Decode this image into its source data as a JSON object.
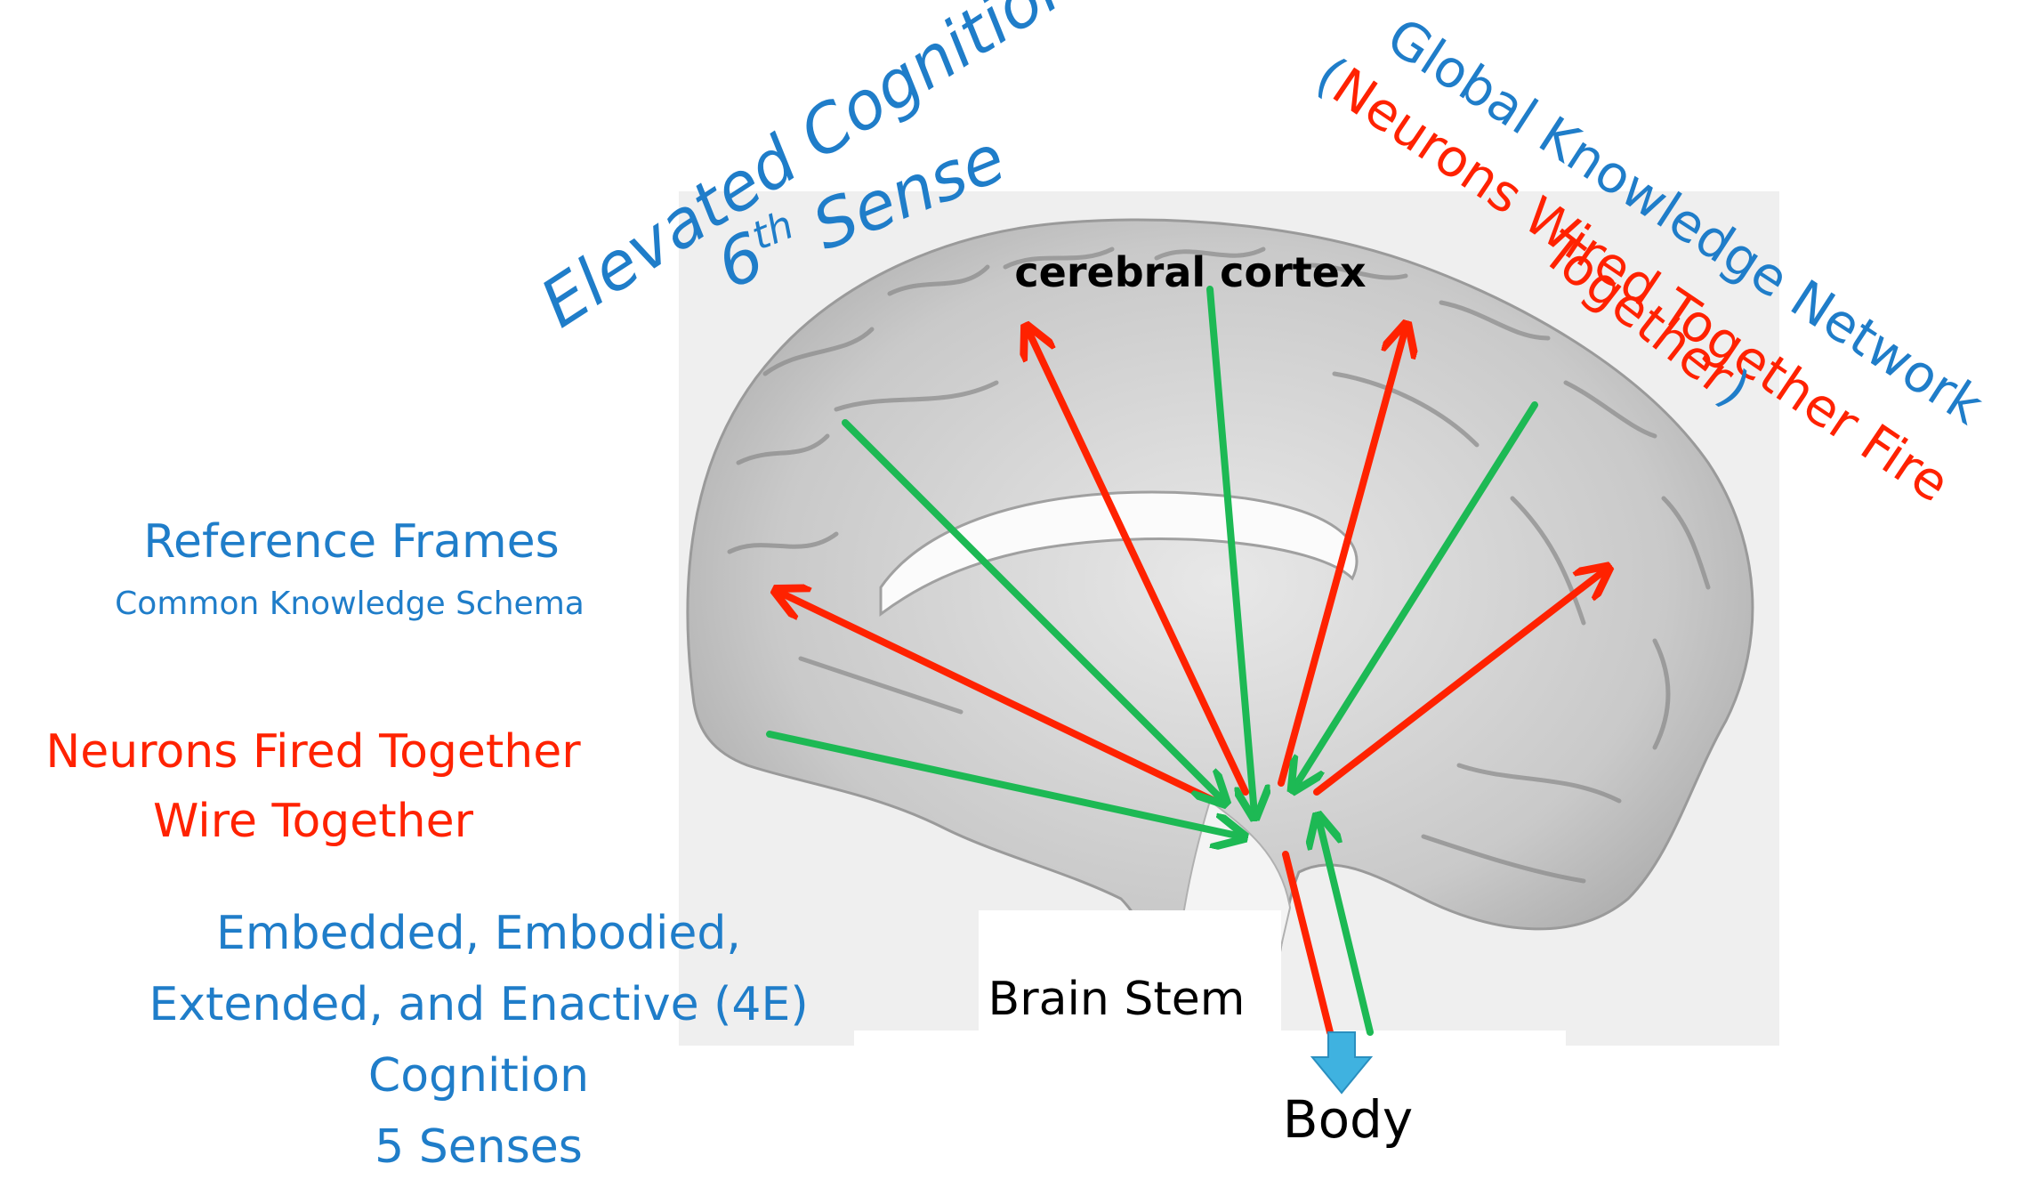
{
  "labels": {
    "elevated_line1": "Elevated Cognition",
    "elevated_line2_prefix": "6",
    "elevated_line2_sup": "th",
    "elevated_line2_suffix": " Sense",
    "global_line1": "Global Knowledge Network",
    "global_line2_open": "(",
    "global_line2": "Neurons Wired Together Fire",
    "global_line3": "Together",
    "global_line3_close": ")",
    "cerebral_cortex": "cerebral cortex",
    "reference_frames": "Reference Frames",
    "common_knowledge": "Common Knowledge Schema",
    "neurons_fired_1": "Neurons Fired Together",
    "neurons_fired_2": "Wire Together",
    "embedded_1": "Embedded, Embodied,",
    "embedded_2": "Extended, and Enactive (4E)",
    "embedded_3": "Cognition",
    "embedded_4": "5 Senses",
    "brain_stem": "Brain Stem",
    "body": "Body"
  },
  "colors": {
    "blue": "#1F7DC9",
    "red": "#FF2200",
    "green": "#1DB954",
    "body_arrow": "#3FB2E0"
  }
}
